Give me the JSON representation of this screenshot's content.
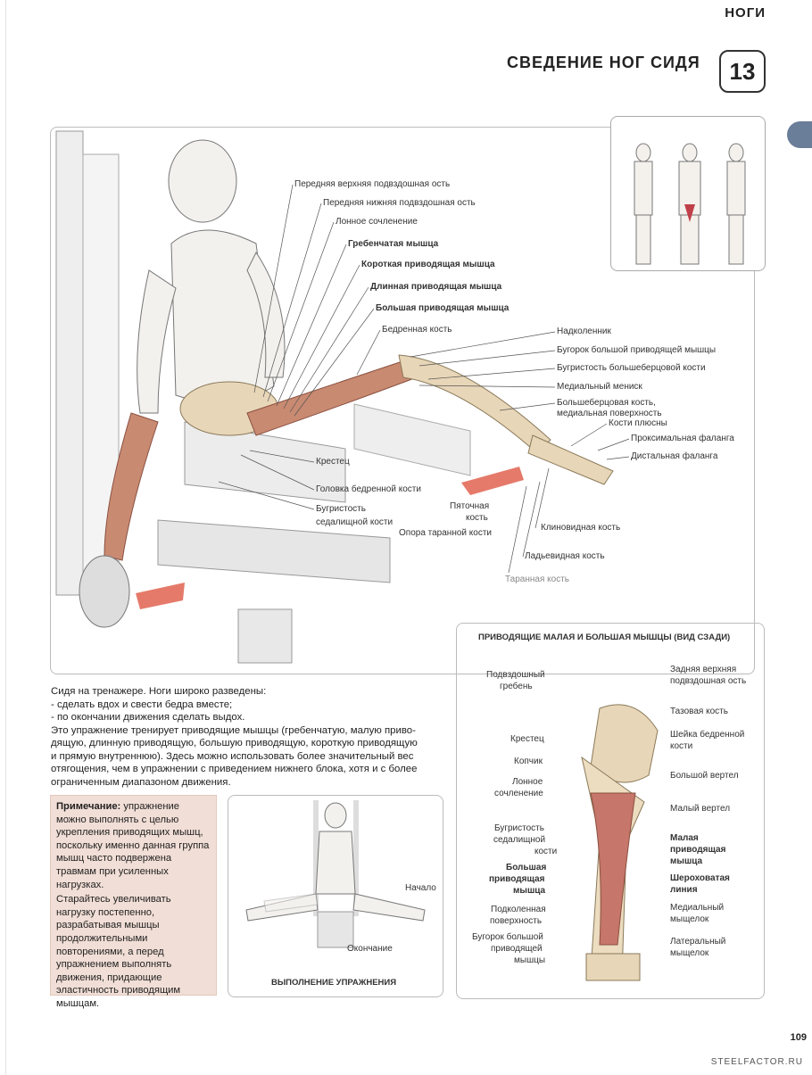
{
  "header": {
    "section": "НОГИ",
    "title": "СВЕДЕНИЕ НОГ СИДЯ",
    "number": "13"
  },
  "main_labels": [
    "Передняя верхняя подвздошная ость",
    "Передняя нижняя подвздошная ость",
    "Лонное сочленение",
    "Гребенчатая мышца",
    "Короткая приводящая мышца",
    "Длинная приводящая мышца",
    "Большая приводящая мышца",
    "Бедренная кость",
    "Надколенник",
    "Бугорок большой приводящей мышцы",
    "Бугристость большеберцовой кости",
    "Медиальный мениск",
    "Большеберцовая кость,",
    "медиальная поверхность",
    "Кости плюсны",
    "Проксимальная фаланга",
    "Дистальная фаланга",
    "Крестец",
    "Головка бедренной кости",
    "Бугристость",
    "седалищной кости",
    "Пяточная",
    "кость",
    "Опора таранной кости",
    "Клиновидная кость",
    "Ладьевидная кость",
    "Таранная кость"
  ],
  "description": [
    "Сидя на тренажере. Ноги широко разведены:",
    "-  сделать вдох и свести бедра вместе;",
    "-  по окончании движения сделать выдох.",
    "Это упражнение тренирует приводящие мышцы (гребенчатую, малую приво-",
    "дящую, длинную приводящую, большую приводящую, короткую приводящую",
    "и прямую внутреннюю). Здесь можно использовать более значительный вес",
    "отягощения, чем в упражнении с приведением нижнего блока, хотя и с более",
    "ограниченным диапазоном движения."
  ],
  "note": {
    "bold": "Примечание:",
    "text1": " упражнение можно выполнять с целью укрепления приводящих мышц, поскольку именно данная группа мышц часто подвержена травмам при усиленных нагрузках.",
    "text2": "Старайтесь увеличивать нагрузку постепенно, разрабатывая мышцы продолжительными повторениями, а перед упражнением выполнять движения, придающие эластичность приводящим мышцам."
  },
  "exec": {
    "title": "ВЫПОЛНЕНИЕ УПРАЖНЕНИЯ",
    "start": "Начало",
    "end": "Окончание"
  },
  "back": {
    "title": "ПРИВОДЯЩИЕ МАЛАЯ И БОЛЬШАЯ МЫШЦЫ (ВИД СЗАДИ)",
    "left": [
      "Подвздошный",
      "гребень",
      "Крестец",
      "Копчик",
      "Лонное",
      "сочленение",
      "Бугристость",
      "седалищной",
      "кости",
      "Большая",
      "приводящая",
      "мышца",
      "Подколенная",
      "поверхность",
      "Бугорок большой",
      "приводящей",
      "мышцы"
    ],
    "right": [
      "Задняя верхняя",
      "подвздошная ость",
      "Тазовая кость",
      "Шейка бедренной",
      "кости",
      "Большой вертел",
      "Малый вертел",
      "Малая",
      "приводящая",
      "мышца",
      "Шероховатая",
      "линия",
      "Медиальный",
      "мыщелок",
      "Латеральный",
      "мыщелок"
    ]
  },
  "page_number": "109",
  "site": "STEELFACTOR.RU"
}
